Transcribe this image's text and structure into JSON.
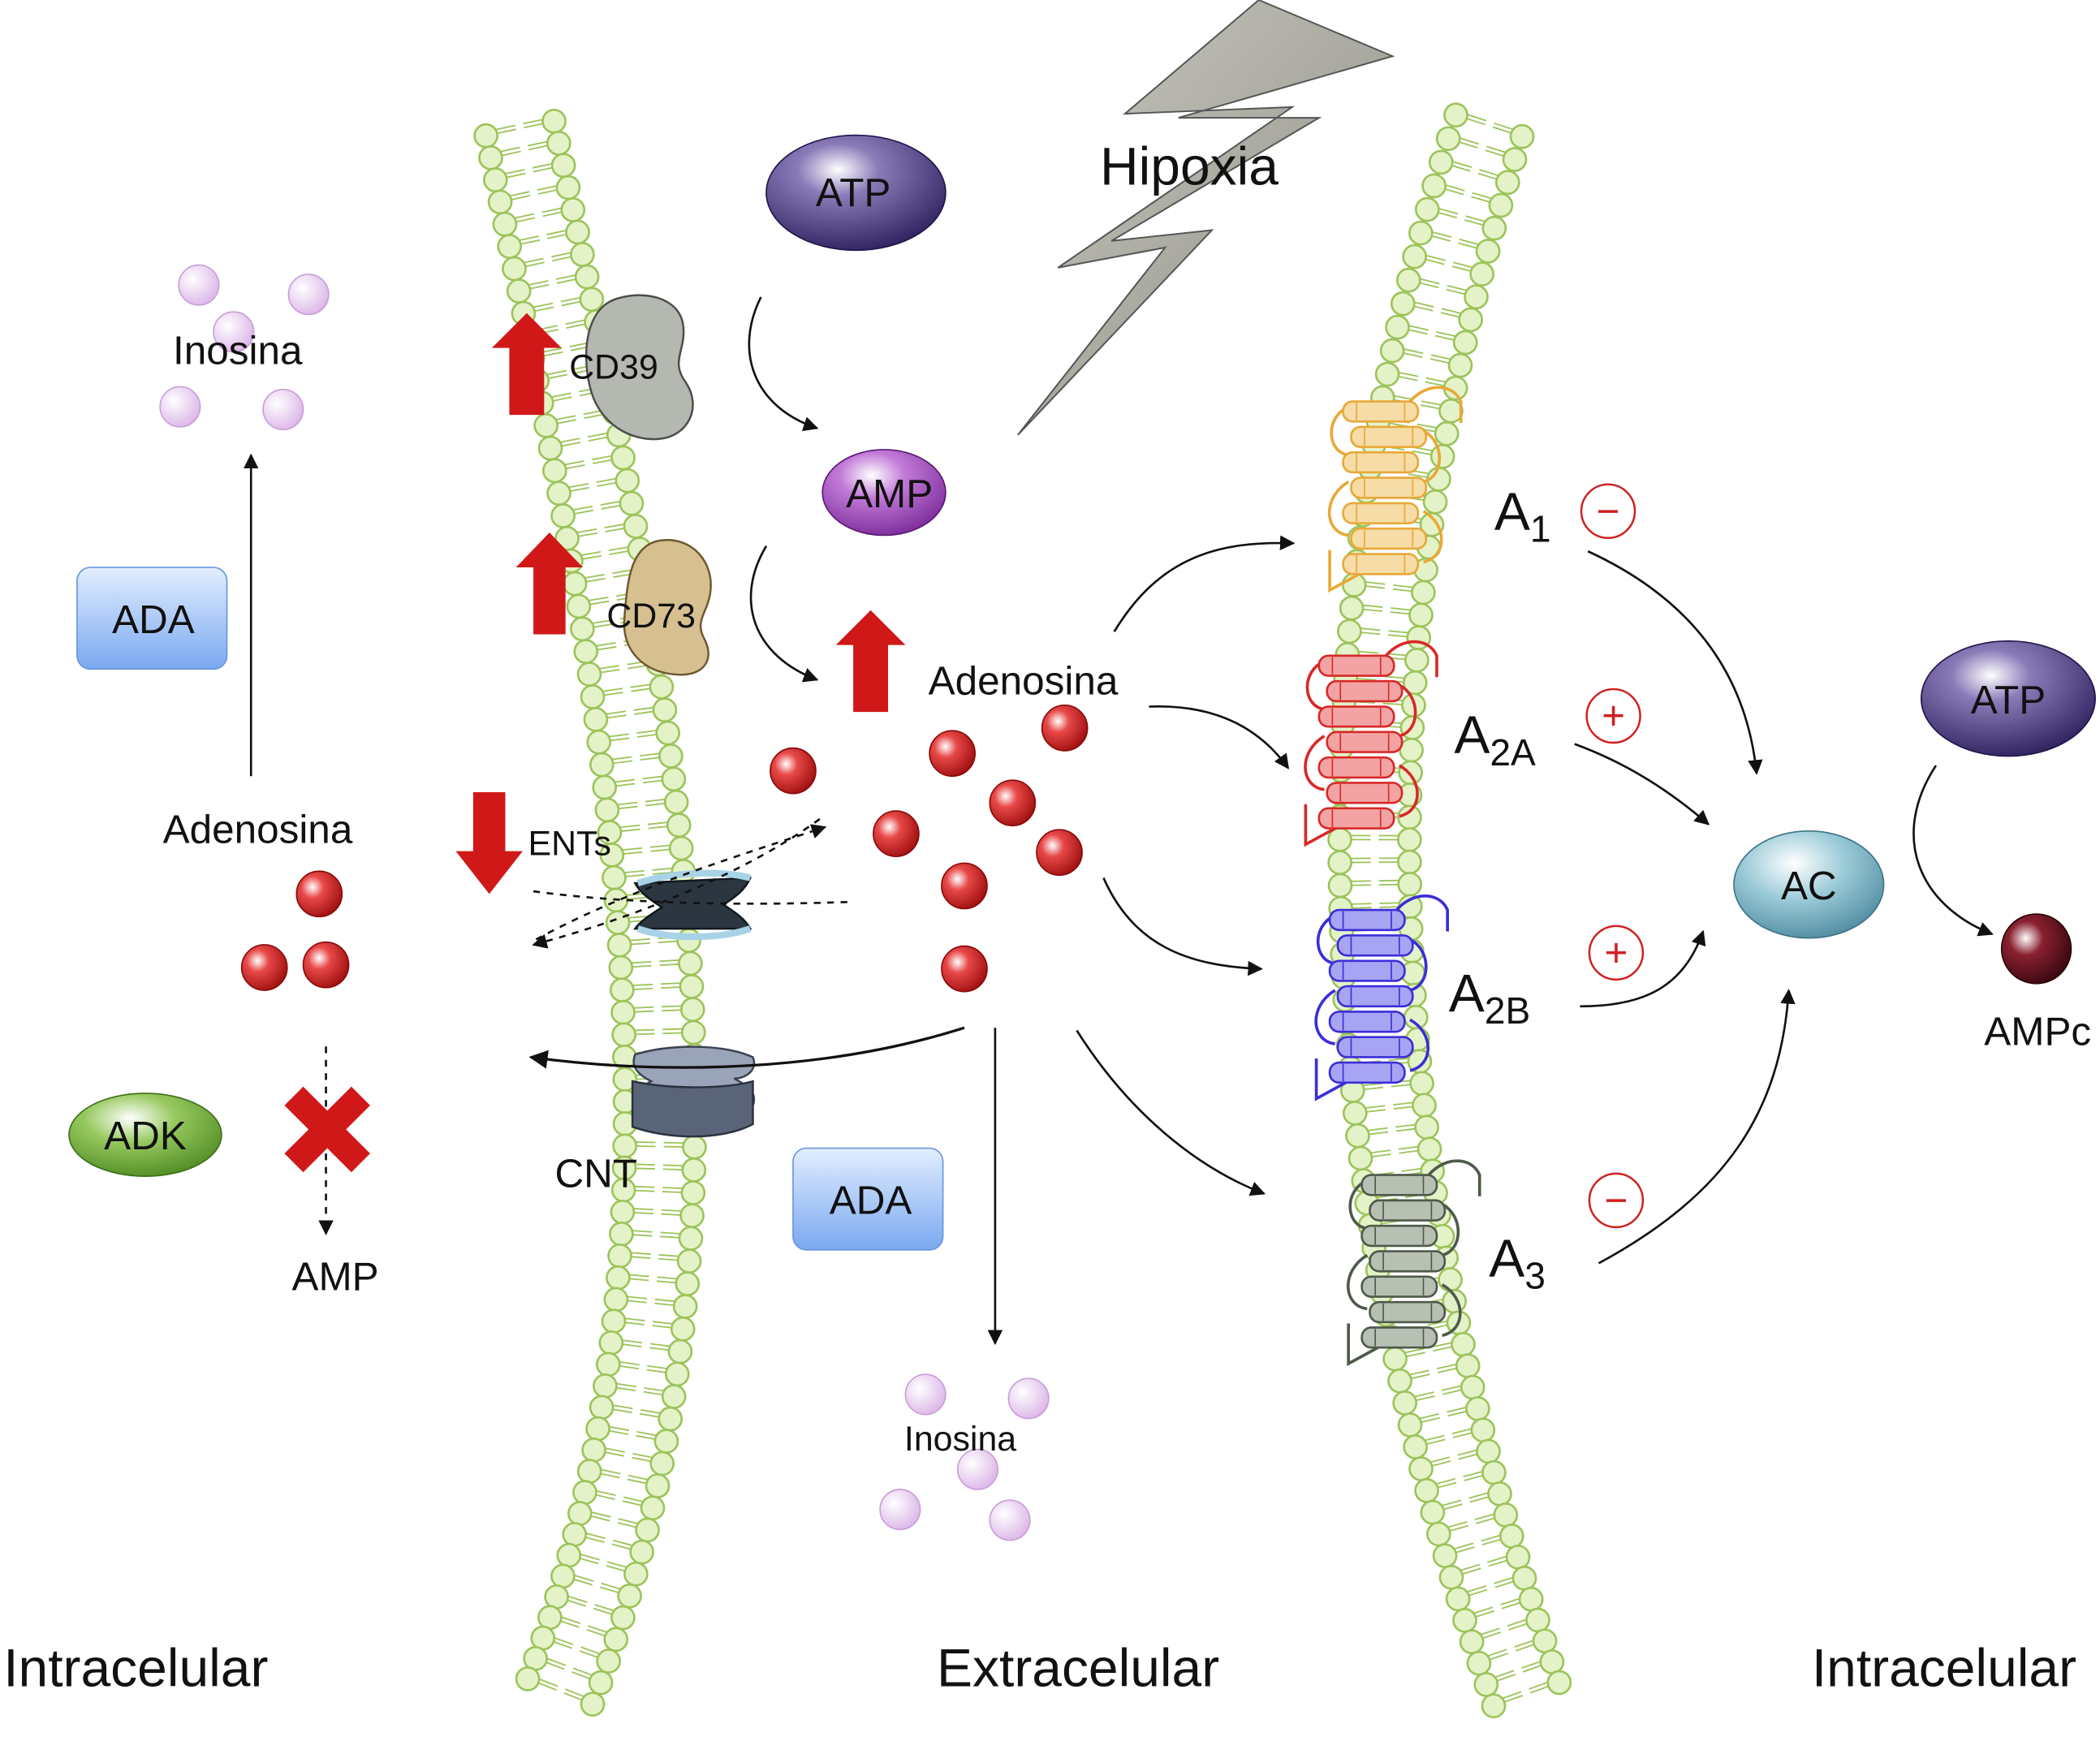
{
  "regions": {
    "left": "Intracelular",
    "center": "Extracelular",
    "right": "Intracelular"
  },
  "stimulus": {
    "label": "Hipoxia"
  },
  "extracellular": {
    "atp": "ATP",
    "amp": "AMP",
    "adenosine": "Adenosina",
    "ada": "ADA",
    "inosine": "Inosina"
  },
  "membrane_proteins": {
    "cd39": "CD39",
    "cd73": "CD73",
    "ents": "ENTs",
    "cnt": "CNT"
  },
  "left_cell": {
    "inosine": "Inosina",
    "ada": "ADA",
    "adenosine": "Adenosina",
    "adk": "ADK",
    "amp": "AMP"
  },
  "receptors": [
    {
      "name": "A",
      "sub": "1",
      "sign": "−",
      "color": "#f0c060"
    },
    {
      "name": "A",
      "sub": "2A",
      "sign": "+",
      "color": "#e03030"
    },
    {
      "name": "A",
      "sub": "2B",
      "sign": "+",
      "color": "#4a3fe0"
    },
    {
      "name": "A",
      "sub": "3",
      "sign": "−",
      "color": "#6b7a68"
    }
  ],
  "right_cell": {
    "ac": "AC",
    "atp": "ATP",
    "camp": "AMPc"
  },
  "colors": {
    "membrane": "#9cc45a",
    "arrow_up_down": "#d01818",
    "adenosine_ball": "#d22020",
    "inosine_ball": "#e6c8ee",
    "ada_box": "#8fb8f5",
    "adk": "#7ab542",
    "ac": "#7eb5c6"
  }
}
